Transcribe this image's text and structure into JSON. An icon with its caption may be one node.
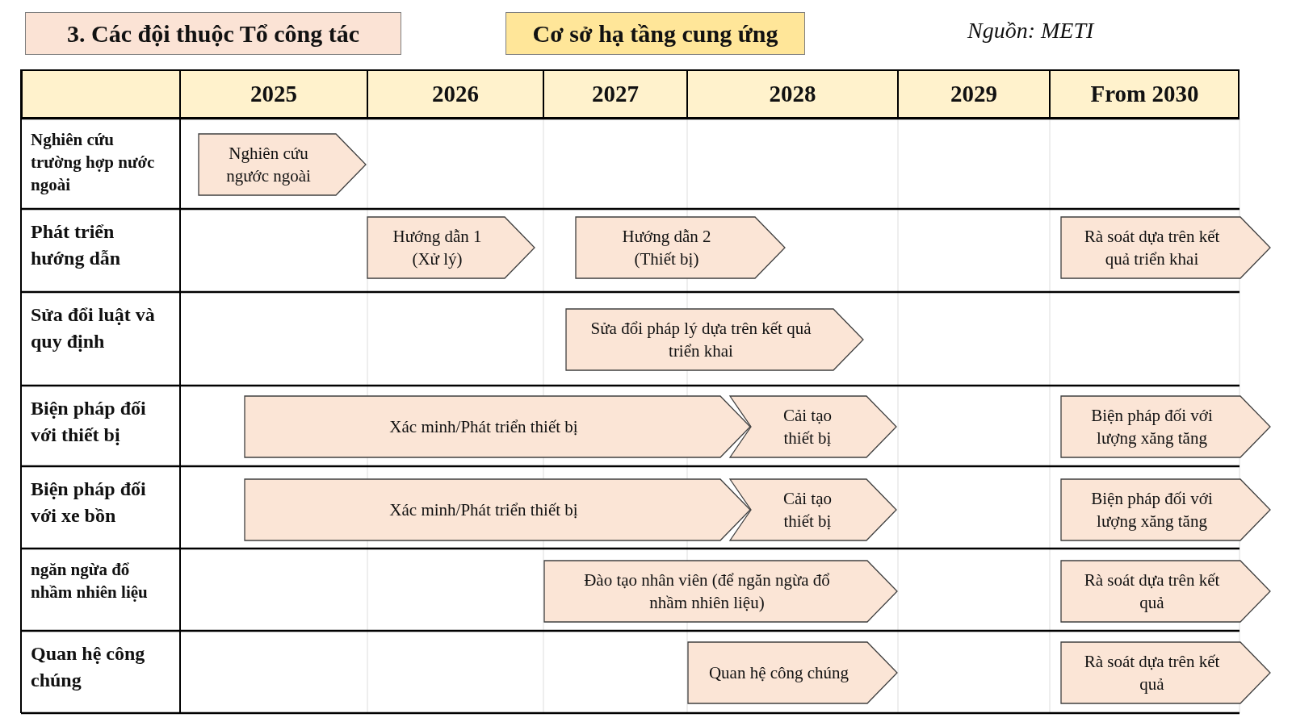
{
  "diagram": {
    "nodes": [
      {
        "text": [
          "3. Các đội thuộc Tổ công tác"
        ]
      },
      {
        "text": [
          "Cơ sở hạ tầng cung ứng"
        ]
      },
      {
        "text": [
          "Nghiên cứu ngước ngoài"
        ]
      },
      {
        "text": [
          "Hướng dẫn 1 (Xử lý)"
        ]
      },
      {
        "text": [
          "Hướng dẫn 2 (Thiết bị)"
        ]
      },
      {
        "text": [
          "Rà soát dựa trên kết quả triển khai"
        ]
      },
      {
        "text": [
          "Sửa đổi pháp lý dựa trên kết quả triển khai"
        ]
      },
      {
        "text": [
          "Xác minh/Phát triển thiết bị"
        ]
      },
      {
        "text": [
          "Cải tạo thiết bị"
        ]
      },
      {
        "text": [
          "Biện pháp đối với lượng xăng tăng"
        ]
      },
      {
        "text": [
          "Xác minh/Phát triển thiết bị"
        ]
      },
      {
        "text": [
          "Cải tạo thiết bị"
        ]
      },
      {
        "text": [
          "Biện pháp đối với lượng xăng tăng"
        ]
      },
      {
        "text": [
          "Đào tạo nhân viên (để ngăn ngừa đổ nhầm nhiên liệu)"
        ]
      },
      {
        "text": [
          "Rà soát dựa trên kết quả"
        ]
      },
      {
        "text": [
          "Quan hệ công chúng"
        ]
      },
      {
        "text": [
          "Rà soát dựa trên kết quả"
        ]
      }
    ],
    "edges": [],
    "labels": [
      "Nguồn: METI",
      "2025",
      "2026",
      "2027",
      "2028",
      "2029",
      "From 2030",
      "Nghiên cứu trường hợp nước ngoài",
      "Phát triển hướng dẫn",
      "Sửa đổi luật và quy định",
      "Biện pháp đối với thiết bị",
      "Biện pháp đối với xe bồn",
      "ngăn ngừa đổ nhầm nhiên liệu",
      "Quan hệ công chúng"
    ]
  }
}
